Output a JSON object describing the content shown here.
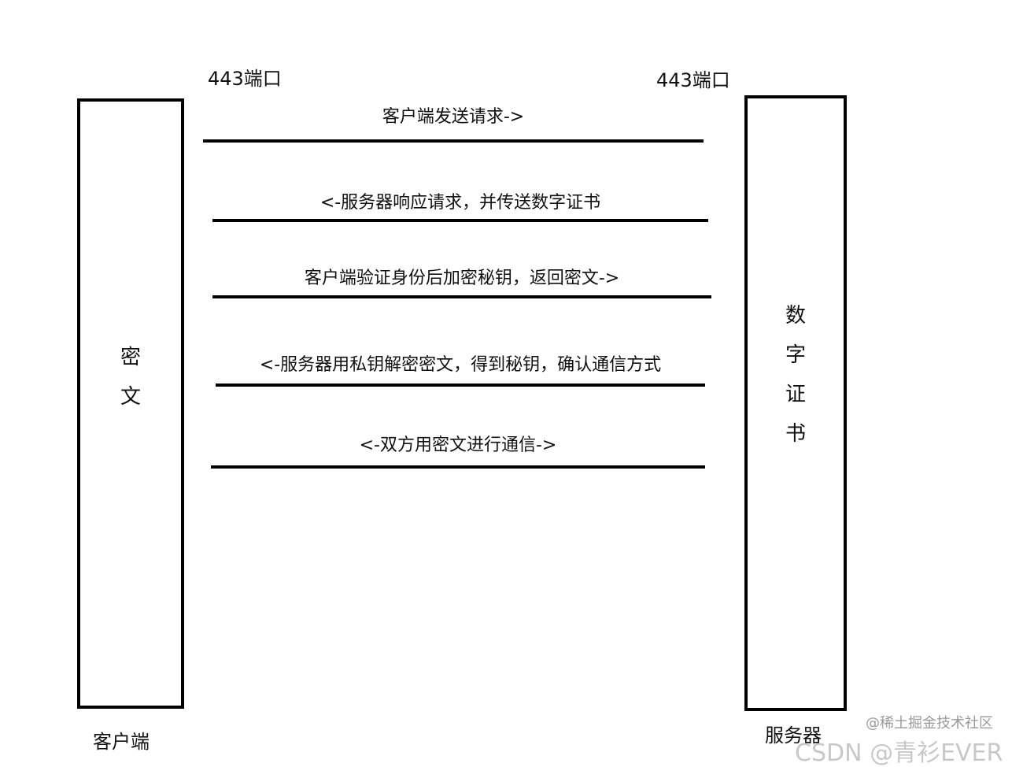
{
  "ports": {
    "client": "443端口",
    "server": "443端口"
  },
  "client": {
    "box_text": [
      "密",
      "文"
    ],
    "label": "客户端"
  },
  "server": {
    "box_text": [
      "数",
      "字",
      "证",
      "书"
    ],
    "label": "服务器"
  },
  "messages": [
    "客户端发送请求->",
    "<-服务器响应请求，并传送数字证书",
    "客户端验证身份后加密秘钥，返回密文->",
    "<-服务器用私钥解密密文，得到秘钥，确认通信方式",
    "<-双方用密文进行通信->"
  ],
  "watermark": "@稀土掘金技术社区",
  "watermark_cut": "CSDN @青衫EVER"
}
